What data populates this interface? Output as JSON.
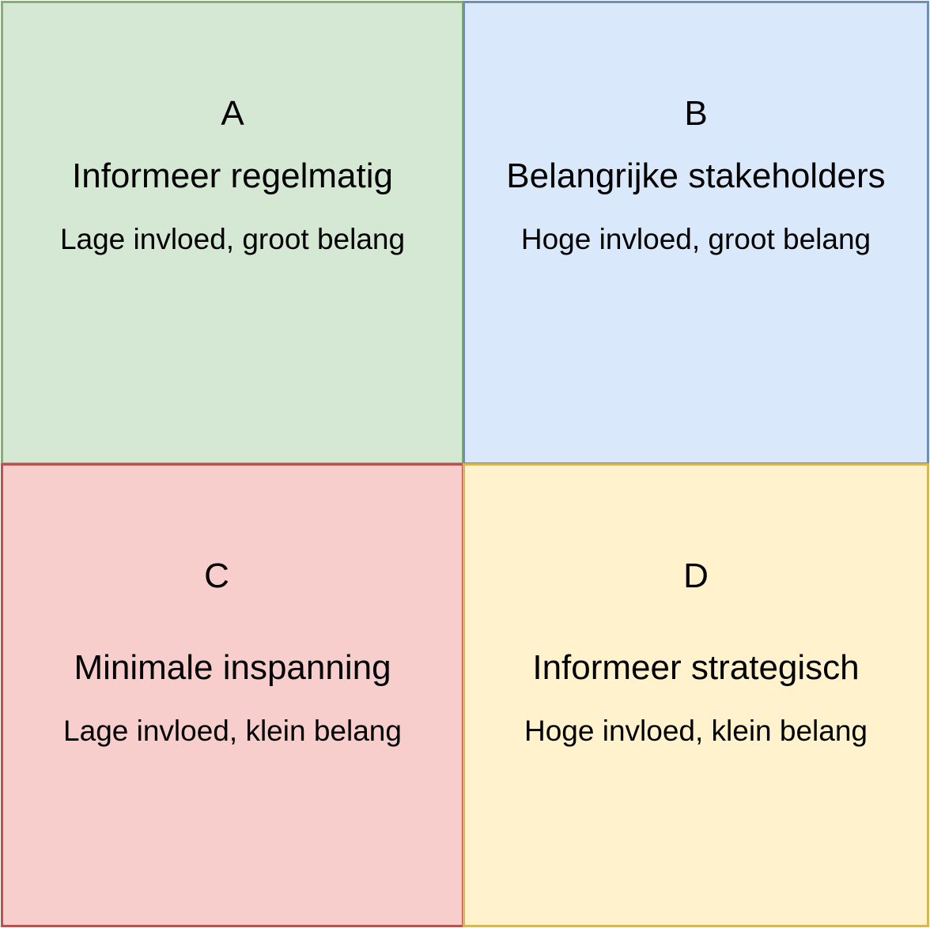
{
  "quadrants": [
    {
      "letter": "A",
      "title": "Informeer regelmatig",
      "description": "Lage invloed, groot belang",
      "fill": "#d5e8d4",
      "border": "#82b366"
    },
    {
      "letter": "B",
      "title": "Belangrijke stakeholders",
      "description": "Hoge invloed, groot belang",
      "fill": "#dae8fc",
      "border": "#6c8ebf"
    },
    {
      "letter": "C",
      "title": "Minimale inspanning",
      "description": "Lage invloed, klein belang",
      "fill": "#f8cecc",
      "border": "#b85450"
    },
    {
      "letter": "D",
      "title": "Informeer strategisch",
      "description": "Hoge invloed, klein belang",
      "fill": "#fff2cc",
      "border": "#d6b656"
    }
  ]
}
